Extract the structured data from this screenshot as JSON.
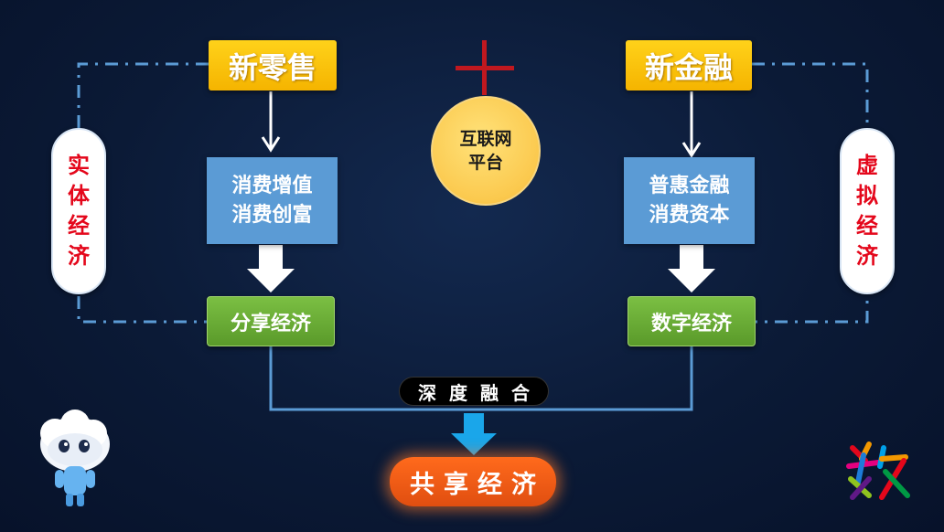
{
  "left_top": "新零售",
  "right_top": "新金融",
  "center_circle": "互联网\n平台",
  "left_value": "消费增值\n消费创富",
  "right_value": "普惠金融\n消费资本",
  "left_pill": [
    "实",
    "体",
    "经",
    "济"
  ],
  "right_pill": [
    "虚",
    "拟",
    "经",
    "济"
  ],
  "left_result": "分享经济",
  "right_result": "数字经济",
  "merge_label": "深度融合",
  "final_result": "共享经济",
  "icons": {
    "plus": "plus-sign-icon",
    "mascot": "cloud-mascot-icon",
    "logo": "shu-character-logo"
  },
  "colors": {
    "background": "#0b1a36",
    "yellow": "#f5b400",
    "blue": "#5b9bd5",
    "green": "#6aab35",
    "red_text": "#e4071b",
    "orange": "#ff6a1c",
    "line": "#5b9bd5"
  }
}
